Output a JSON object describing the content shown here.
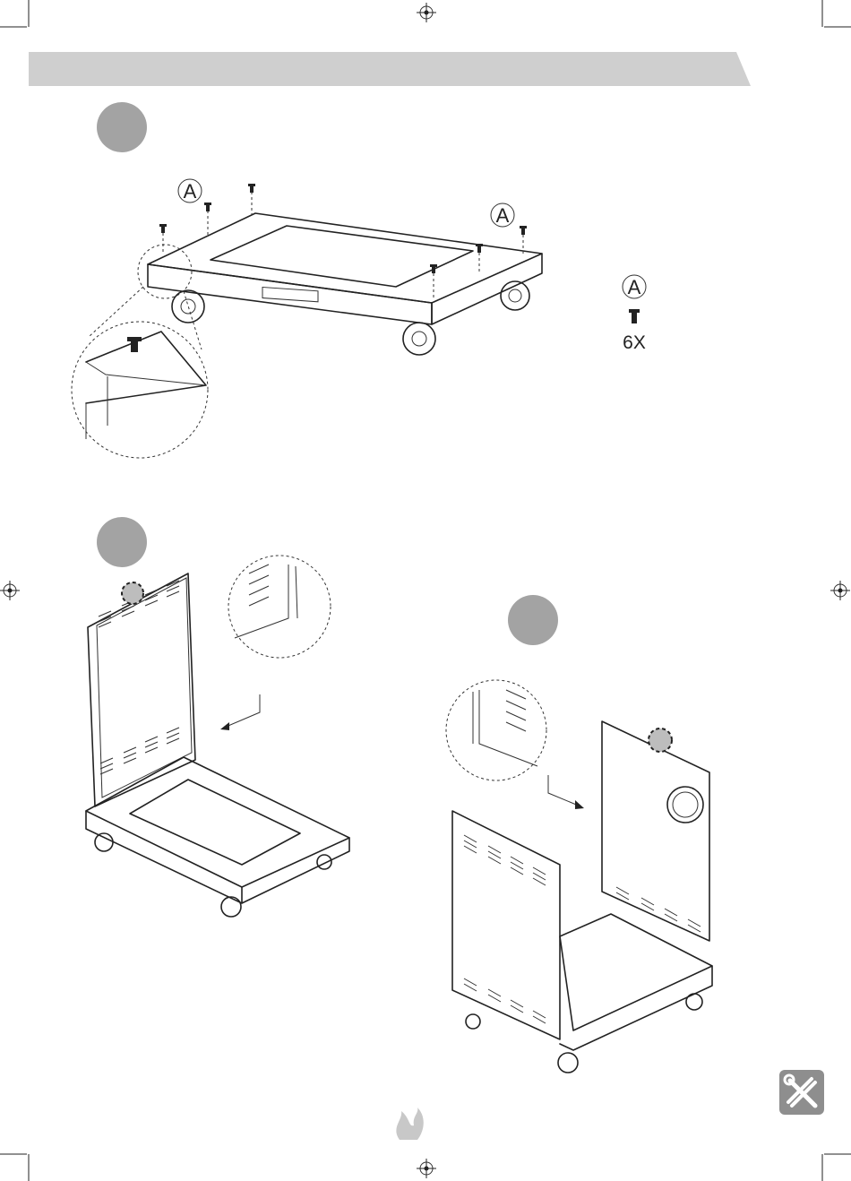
{
  "header": {
    "band_color": "#cfcfcf"
  },
  "steps": [
    {
      "circle_color": "#a3a3a3"
    },
    {
      "circle_color": "#a3a3a3"
    },
    {
      "circle_color": "#a3a3a3"
    }
  ],
  "callouts": {
    "left": "A",
    "right": "A"
  },
  "parts": {
    "letter": "A",
    "quantity": "6X"
  },
  "footer": {
    "tool_badge_color": "#8e8e8e",
    "logo_color": "#c8c8c8"
  }
}
